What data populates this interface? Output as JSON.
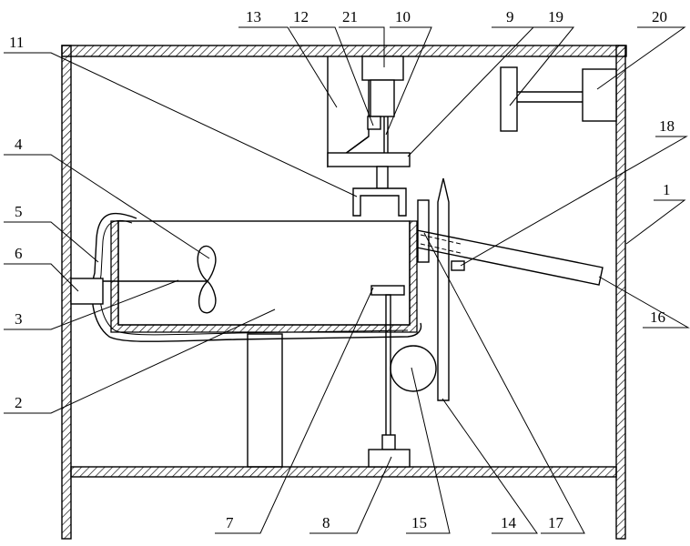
{
  "labels": {
    "l1": "1",
    "l2": "2",
    "l3": "3",
    "l4": "4",
    "l5": "5",
    "l6": "6",
    "l7": "7",
    "l8": "8",
    "l9": "9",
    "l10": "10",
    "l11": "11",
    "l12": "12",
    "l13": "13",
    "l14": "14",
    "l15": "15",
    "l16": "16",
    "l17": "17",
    "l18": "18",
    "l19": "19",
    "l20": "20",
    "l21": "21"
  }
}
